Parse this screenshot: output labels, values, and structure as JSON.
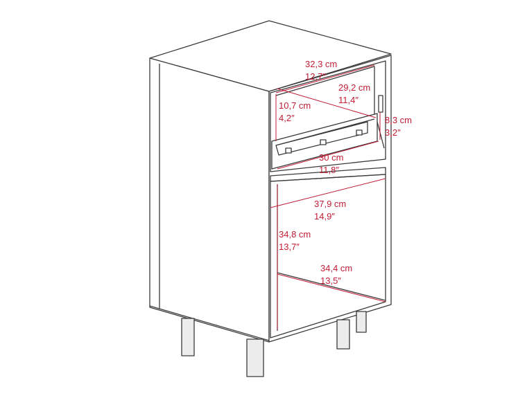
{
  "colors": {
    "outline": "#3a3a3a",
    "dimension": "#c21c35",
    "leg_fill": "#ececec",
    "background": "#ffffff"
  },
  "dimensions": {
    "drawer_depth_cm": "32,3 cm",
    "drawer_depth_in": "12,7″",
    "drawer_inner_depth_cm": "29,2 cm",
    "drawer_inner_depth_in": "11,4″",
    "drawer_opening_height_cm": "10,7 cm",
    "drawer_opening_height_in": "4,2″",
    "drawer_height_cm": "8,3 cm",
    "drawer_height_in": "3,2″",
    "drawer_width_cm": "30 cm",
    "drawer_width_in": "11,8″",
    "shelf_width_cm": "37,9 cm",
    "shelf_width_in": "14,9″",
    "shelf_height_cm": "34,8 cm",
    "shelf_height_in": "13,7″",
    "shelf_depth_cm": "34,4 cm",
    "shelf_depth_in": "13,5″"
  }
}
